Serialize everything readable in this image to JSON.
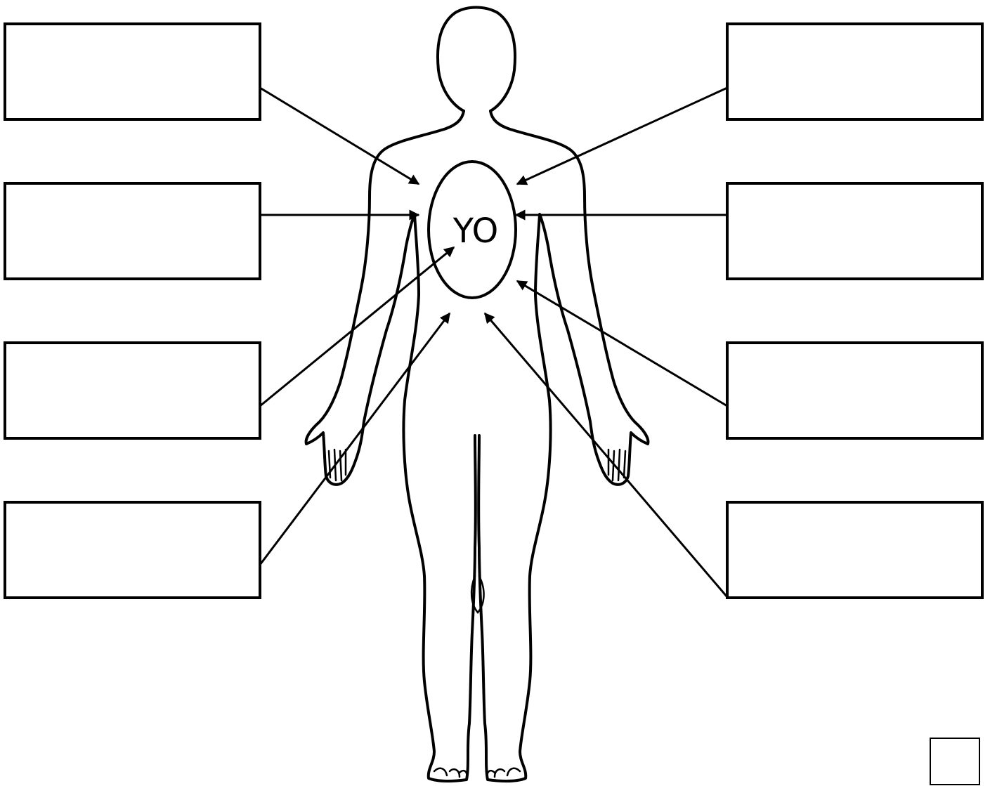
{
  "diagram": {
    "center_label": "YO",
    "answer_boxes": [
      {
        "id": "left-1",
        "text": ""
      },
      {
        "id": "left-2",
        "text": ""
      },
      {
        "id": "left-3",
        "text": ""
      },
      {
        "id": "left-4",
        "text": ""
      },
      {
        "id": "right-1",
        "text": ""
      },
      {
        "id": "right-2",
        "text": ""
      },
      {
        "id": "right-3",
        "text": ""
      },
      {
        "id": "right-4",
        "text": ""
      }
    ],
    "page_box": {
      "text": ""
    }
  }
}
